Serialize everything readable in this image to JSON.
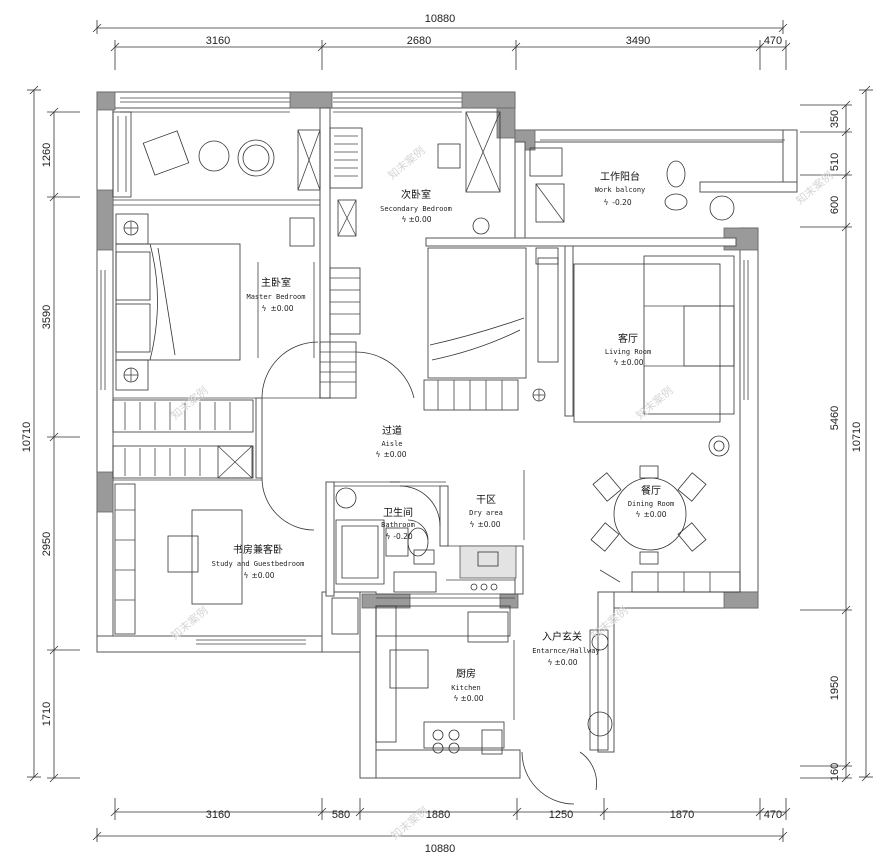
{
  "dimensions": {
    "top_total": "10880",
    "top_segments": [
      "3160",
      "2680",
      "3490",
      "470"
    ],
    "bottom_segments": [
      "3160",
      "580",
      "1880",
      "1250",
      "1870",
      "470"
    ],
    "bottom_total": "10880",
    "left_segments": [
      "1260",
      "3590",
      "2950",
      "1710"
    ],
    "left_total": "10710",
    "right_segments": [
      "350",
      "510",
      "600",
      "5460",
      "1950",
      "160"
    ],
    "right_total": "10710"
  },
  "rooms": {
    "secondary_bedroom": {
      "zh": "次卧室",
      "en": "Secondary Bedroom",
      "level": "±0.00"
    },
    "work_balcony": {
      "zh": "工作阳台",
      "en": "Work balcony",
      "level": "-0.20"
    },
    "master_bedroom": {
      "zh": "主卧室",
      "en": "Master Bedroom",
      "level": "±0.00"
    },
    "living_room": {
      "zh": "客厅",
      "en": "Living Room",
      "level": "±0.00"
    },
    "aisle": {
      "zh": "过道",
      "en": "Aisle",
      "level": "±0.00"
    },
    "dry_area": {
      "zh": "干区",
      "en": "Dry area",
      "level": "±0.00"
    },
    "bathroom": {
      "zh": "卫生间",
      "en": "Bathroom",
      "level": "-0.20"
    },
    "dining_room": {
      "zh": "餐厅",
      "en": "Dining Room",
      "level": "±0.00"
    },
    "study": {
      "zh": "书房兼客卧",
      "en": "Study and Guestbedroom",
      "level": "±0.00"
    },
    "entrance": {
      "zh": "入户玄关",
      "en": "Entarnce/Hallway",
      "level": "±0.00"
    },
    "kitchen": {
      "zh": "厨房",
      "en": "Kitchen",
      "level": "±0.00"
    }
  },
  "level_symbol": "ϟ",
  "watermark": "知末案例"
}
